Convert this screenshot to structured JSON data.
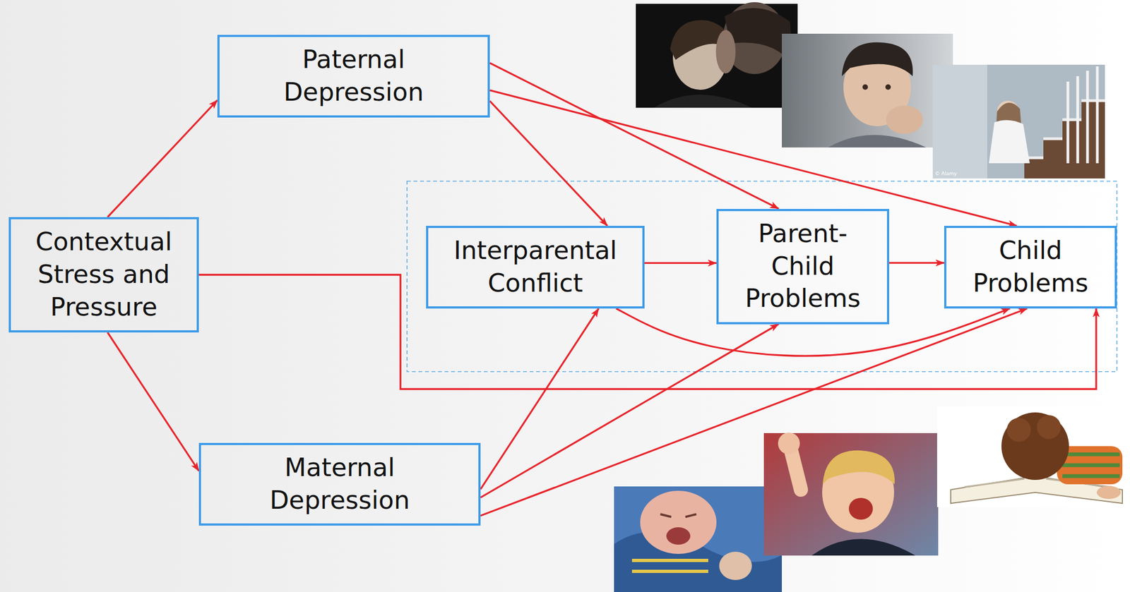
{
  "diagram": {
    "nodes": [
      {
        "text": [
          "Paternal Depression"
        ]
      },
      {
        "text": [
          "Contextual Stress and Pressure"
        ]
      },
      {
        "text": [
          "Interparental Conflict"
        ]
      },
      {
        "text": [
          "Parent-Child Problems"
        ]
      },
      {
        "text": [
          "Child Problems"
        ]
      },
      {
        "text": [
          "Maternal Depression"
        ]
      }
    ],
    "edges": [
      {
        "from": 1,
        "to": 0,
        "arrow": "to"
      },
      {
        "from": 1,
        "to": 5,
        "arrow": "to"
      },
      {
        "from": 1,
        "to": 4,
        "arrow": "to"
      },
      {
        "from": 0,
        "to": 2,
        "arrow": "to"
      },
      {
        "from": 0,
        "to": 3,
        "arrow": "to"
      },
      {
        "from": 0,
        "to": 4,
        "arrow": "to"
      },
      {
        "from": 2,
        "to": 3,
        "arrow": "to"
      },
      {
        "from": 3,
        "to": 4,
        "arrow": "to"
      },
      {
        "from": 2,
        "to": 4,
        "arrow": "to"
      },
      {
        "from": 5,
        "to": 2,
        "arrow": "to"
      },
      {
        "from": 5,
        "to": 3,
        "arrow": "to"
      },
      {
        "from": 5,
        "to": 4,
        "arrow": "to"
      }
    ],
    "labels": [
      "© Alamy"
    ]
  }
}
